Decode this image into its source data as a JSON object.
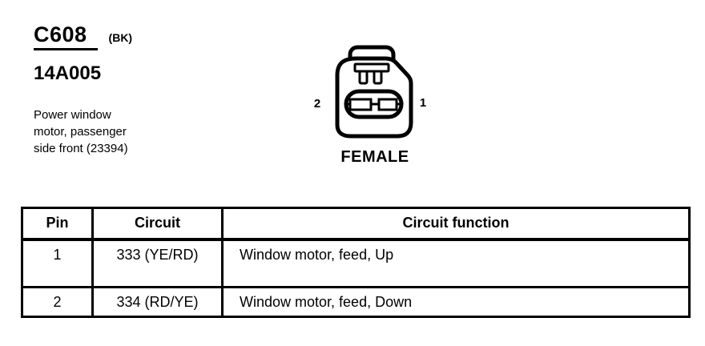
{
  "colors": {
    "ink": "#000000",
    "paper": "#ffffff"
  },
  "header": {
    "connector_id": "C608",
    "connector_color_code": "(BK)",
    "part_number": "14A005",
    "description_lines": [
      "Power window",
      "motor, passenger",
      "side front (23394)"
    ]
  },
  "connector": {
    "left_pin_label": "2",
    "right_pin_label": "1",
    "gender_label": "FEMALE"
  },
  "pin_table": {
    "columns": [
      "Pin",
      "Circuit",
      "Circuit function"
    ],
    "rows": [
      {
        "pin": "1",
        "circuit": "333 (YE/RD)",
        "function": "Window motor, feed, Up"
      },
      {
        "pin": "2",
        "circuit": "334 (RD/YE)",
        "function": "Window motor, feed, Down"
      }
    ]
  }
}
